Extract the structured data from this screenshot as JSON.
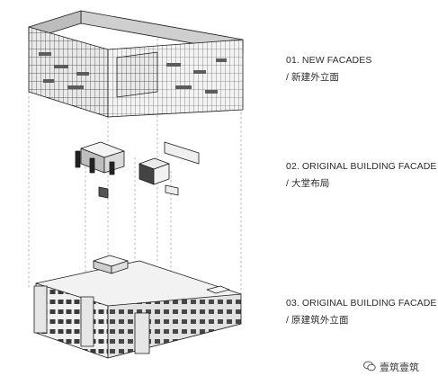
{
  "labels": [
    {
      "title": "01. NEW  FACADES",
      "subtitle": "/ 新建外立面"
    },
    {
      "title": "02. ORIGINAL BUILDING FACADE",
      "subtitle": "/ 大堂布局"
    },
    {
      "title": "03. ORIGINAL BUILDING FACADE",
      "subtitle": "/ 原建筑外立面"
    }
  ],
  "watermark": {
    "text": "壹筑壹筑",
    "icon": "wechat-icon"
  },
  "colors": {
    "ink": "#1a1a1a",
    "shadow": "#9a9a9a",
    "facade_light": "#e6e6e6",
    "facade_dark": "#6b6b6b"
  }
}
